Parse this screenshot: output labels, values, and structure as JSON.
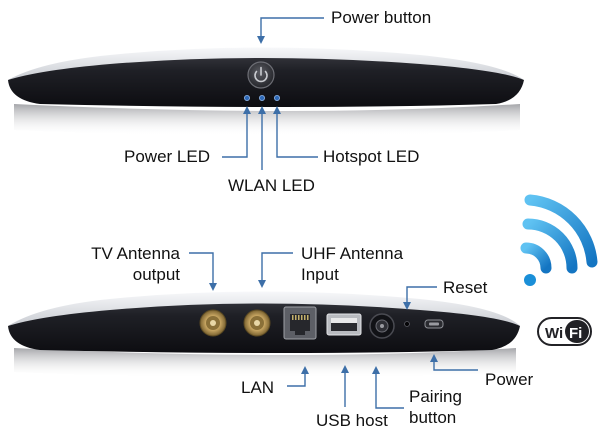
{
  "top_device": {
    "labels": {
      "power_button": "Power button",
      "power_led": "Power LED",
      "wlan_led": "WLAN LED",
      "hotspot_led": "Hotspot LED"
    }
  },
  "bottom_device": {
    "labels": {
      "tv_antenna_output_line1": "TV Antenna",
      "tv_antenna_output_line2": "output",
      "uhf_antenna_input_line1": "UHF Antenna",
      "uhf_antenna_input_line2": "Input",
      "reset": "Reset",
      "lan": "LAN",
      "usb_host": "USB host",
      "pairing_button_line1": "Pairing",
      "pairing_button_line2": "button",
      "power": "Power"
    }
  },
  "wifi_logo": {
    "text_wi": "Wi",
    "text_fi": "Fi",
    "arc_color": "#1a8fd8"
  },
  "colors": {
    "device_body": "#1c1d22",
    "device_top_edge": "#e9ebef",
    "callout_line": "#3d6fa8"
  }
}
